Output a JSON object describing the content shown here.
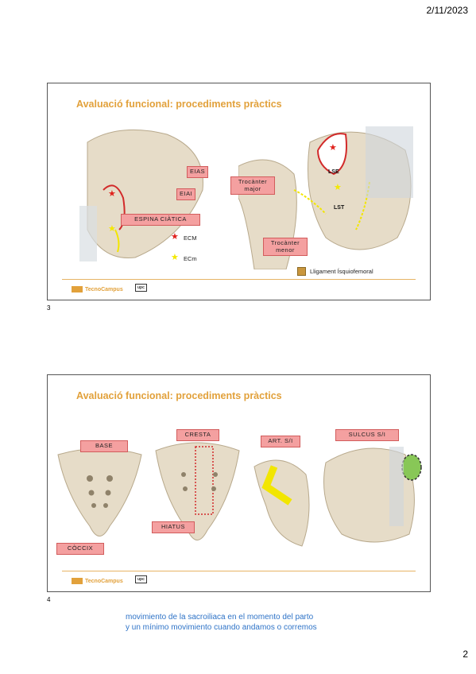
{
  "header": {
    "date": "2/11/2023"
  },
  "footer": {
    "page_number": "2"
  },
  "slides": [
    {
      "number": "3",
      "title": "Avaluació funcional: procediments pràctics",
      "labels": {
        "eias": "EIAS",
        "eiai": "EIAI",
        "espina": "ESPINA CIÀTICA",
        "trocanter_major": "Trocànter major",
        "trocanter_menor": "Trocànter menor",
        "lse": "LSE",
        "lst": "LST"
      },
      "legend": {
        "ecm": "ECM",
        "ecm_small": "ECm",
        "ligament": "Lligament Ísquiofemoral"
      },
      "footer": {
        "logo": "TecnoCampus"
      }
    },
    {
      "number": "4",
      "title": "Avaluació funcional: procediments pràctics",
      "labels": {
        "base": "BASE",
        "cresta": "CRESTA",
        "art_si": "ART. S/I",
        "sulcus": "SULCUS S/I",
        "hiatus": "HIATUS",
        "coccix": "CÒCCIX"
      },
      "footer": {
        "logo": "TecnoCampus"
      }
    }
  ],
  "notes": {
    "line1": "movimiento de la sacroiliaca en el momento del parto",
    "line2": "y un mínimo movimiento cuando andamos o corremos"
  },
  "colors": {
    "title": "#e2a13b",
    "tag_fill": "#f4a0a0",
    "note": "#2e73c7"
  }
}
